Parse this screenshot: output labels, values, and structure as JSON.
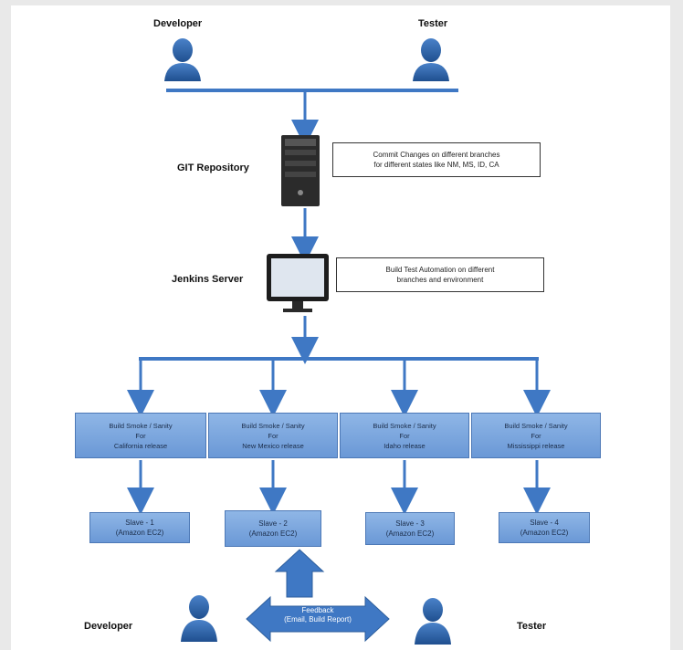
{
  "top": {
    "developer": "Developer",
    "tester": "Tester"
  },
  "git": {
    "label": "GIT Repository",
    "note_line1": "Commit Changes on different branches",
    "note_line2": "for different states like NM, MS, ID, CA"
  },
  "jenkins": {
    "label": "Jenkins Server",
    "note_line1": "Build Test Automation on different",
    "note_line2": "branches and environment"
  },
  "builds": [
    {
      "line1": "Build Smoke / Sanity",
      "line2": "For",
      "line3": "California release"
    },
    {
      "line1": "Build Smoke / Sanity",
      "line2": "For",
      "line3": "New Mexico release"
    },
    {
      "line1": "Build Smoke / Sanity",
      "line2": "For",
      "line3": "Idaho release"
    },
    {
      "line1": "Build Smoke / Sanity",
      "line2": "For",
      "line3": "Mississippi release"
    }
  ],
  "slaves": [
    {
      "line1": "Slave - 1",
      "line2": "(Amazon EC2)"
    },
    {
      "line1": "Slave - 2",
      "line2": "(Amazon EC2)"
    },
    {
      "line1": "Slave - 3",
      "line2": "(Amazon EC2)"
    },
    {
      "line1": "Slave - 4",
      "line2": "(Amazon EC2)"
    }
  ],
  "bottom": {
    "developer": "Developer",
    "tester": "Tester",
    "feedback_line1": "Feedback",
    "feedback_line2": "(Email, Build Report)"
  },
  "colors": {
    "arrow": "#3f78c4",
    "box_fill": "#7fa8df",
    "person": "#2f5f9e"
  }
}
